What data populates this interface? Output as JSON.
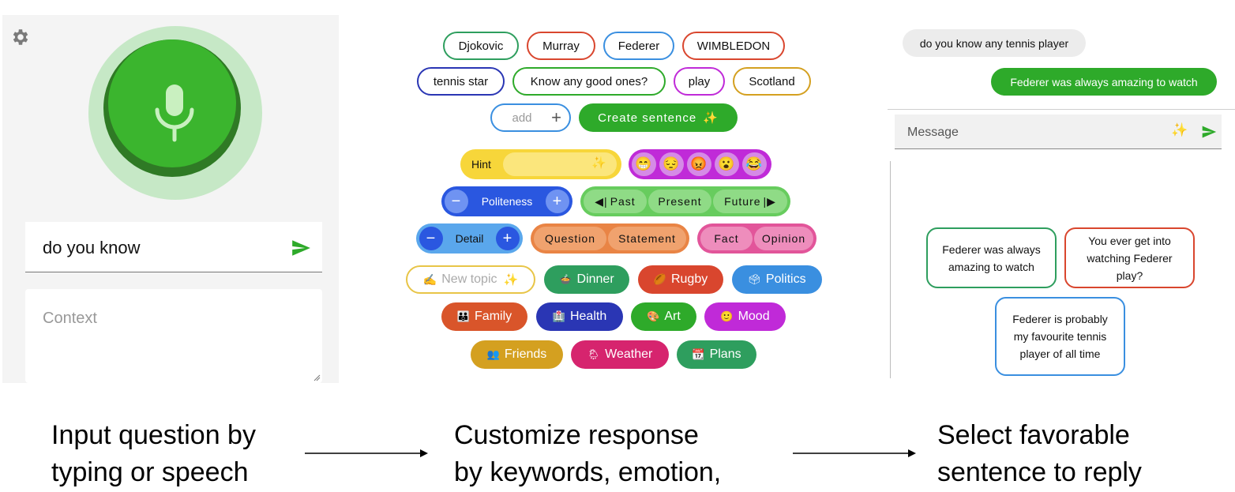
{
  "left": {
    "input_value": "do you know",
    "context_placeholder": "Context"
  },
  "keywords": [
    {
      "label": "Djokovic",
      "color": "#2e9e5e"
    },
    {
      "label": "Murray",
      "color": "#d9462e"
    },
    {
      "label": "Federer",
      "color": "#3a8fe0"
    },
    {
      "label": "WIMBLEDON",
      "color": "#d9462e"
    },
    {
      "label": "tennis star",
      "color": "#2a36b4"
    },
    {
      "label": "Know any good ones?",
      "color": "#2eaa2a"
    },
    {
      "label": "play",
      "color": "#c02ad8"
    },
    {
      "label": "Scotland",
      "color": "#d4a020"
    }
  ],
  "add": {
    "placeholder": "add",
    "plus": "+"
  },
  "create_sentence": {
    "label": "Create sentence",
    "color": "#2eaa2a"
  },
  "hint": {
    "label": "Hint",
    "color": "#f7d63a"
  },
  "emojis": [
    "😁",
    "😔",
    "😡",
    "😮",
    "😂"
  ],
  "politeness": {
    "label": "Politeness",
    "minus": "−",
    "plus": "+"
  },
  "tense": {
    "past": "Past",
    "present": "Present",
    "future": "Future"
  },
  "detail": {
    "label": "Detail",
    "minus": "−",
    "plus": "+"
  },
  "sentence_type": {
    "question": "Question",
    "statement": "Statement"
  },
  "fact_opinion": {
    "fact": "Fact",
    "opinion": "Opinion"
  },
  "new_topic": {
    "label": "New topic",
    "icon": "✍"
  },
  "topics": [
    {
      "label": "Dinner",
      "icon": "🍲",
      "color": "#2e9e5e"
    },
    {
      "label": "Rugby",
      "icon": "🏉",
      "color": "#d9462e"
    },
    {
      "label": "Politics",
      "icon": "🗳",
      "color": "#3a8fe0"
    },
    {
      "label": "Family",
      "icon": "👪",
      "color": "#d9552a"
    },
    {
      "label": "Health",
      "icon": "🏥",
      "color": "#2a36b4"
    },
    {
      "label": "Art",
      "icon": "🎨",
      "color": "#2eaa2a"
    },
    {
      "label": "Mood",
      "icon": "🙂",
      "color": "#c02ad8"
    },
    {
      "label": "Friends",
      "icon": "👥",
      "color": "#d4a020"
    },
    {
      "label": "Weather",
      "icon": "🌦",
      "color": "#d6246e"
    },
    {
      "label": "Plans",
      "icon": "📆",
      "color": "#2e9e5e"
    }
  ],
  "chat": {
    "question": "do you know any tennis player",
    "answer": "Federer was always amazing to watch",
    "message_placeholder": "Message"
  },
  "suggestions": [
    {
      "text": "Federer was always amazing to watch",
      "color": "#2e9e5e"
    },
    {
      "text": "You ever get into watching Federer play?",
      "color": "#d9462e"
    },
    {
      "text": "Federer is probably my favourite tennis player of all time",
      "color": "#3a8fe0"
    }
  ],
  "captions": {
    "step1": "Input question by\ntyping or speech",
    "step2": "Customize response\nby  keywords, emotion,",
    "step3": "Select favorable\nsentence to reply"
  }
}
